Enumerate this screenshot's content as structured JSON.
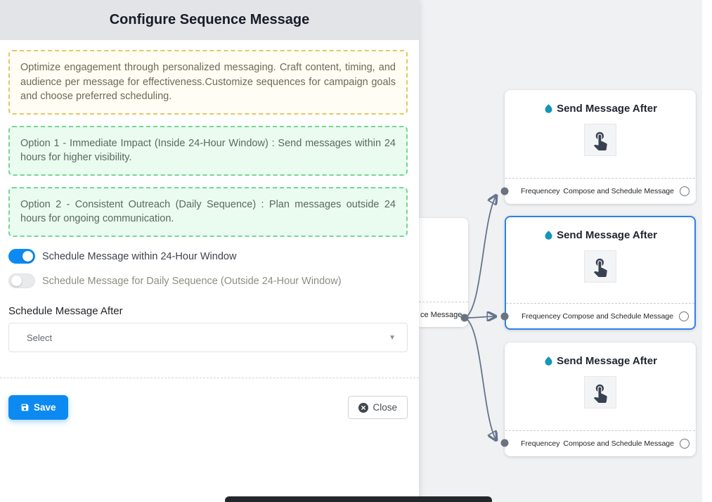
{
  "panel": {
    "title": "Configure Sequence Message",
    "info_note": "Optimize engagement through personalized messaging. Craft content, timing, and audience per message for effectiveness.Customize sequences for campaign goals and choose preferred scheduling.",
    "option1": "Option 1 - Immediate Impact (Inside 24-Hour Window) : Send messages within 24 hours for higher visibility.",
    "option2": "Option 2 - Consistent Outreach (Daily Sequence) : Plan messages outside 24 hours for ongoing communication.",
    "toggle_24h": {
      "label": "Schedule Message within 24-Hour Window",
      "state": "on"
    },
    "toggle_daily": {
      "label": "Schedule Message for Daily Sequence (Outside 24-Hour Window)",
      "state": "off"
    },
    "schedule_after_label": "Schedule Message After",
    "select_value": "Select",
    "save_label": "Save",
    "close_label": "Close"
  },
  "flow": {
    "partial_node_text": "ce Message",
    "cards": [
      {
        "title": "Send Message After",
        "footer_left": "Frequencey",
        "footer_right": "Compose and Schedule Message",
        "selected": false
      },
      {
        "title": "Send Message After",
        "footer_left": "Frequencey",
        "footer_right": "Compose and Schedule Message",
        "selected": true
      },
      {
        "title": "Send Message After",
        "footer_left": "Frequencey",
        "footer_right": "Compose and Schedule Message",
        "selected": false
      }
    ]
  },
  "colors": {
    "accent": "#0d8af2",
    "selected_card_border": "#2f80ed",
    "drop_icon": "#1496b8",
    "connector": "#64748b"
  }
}
